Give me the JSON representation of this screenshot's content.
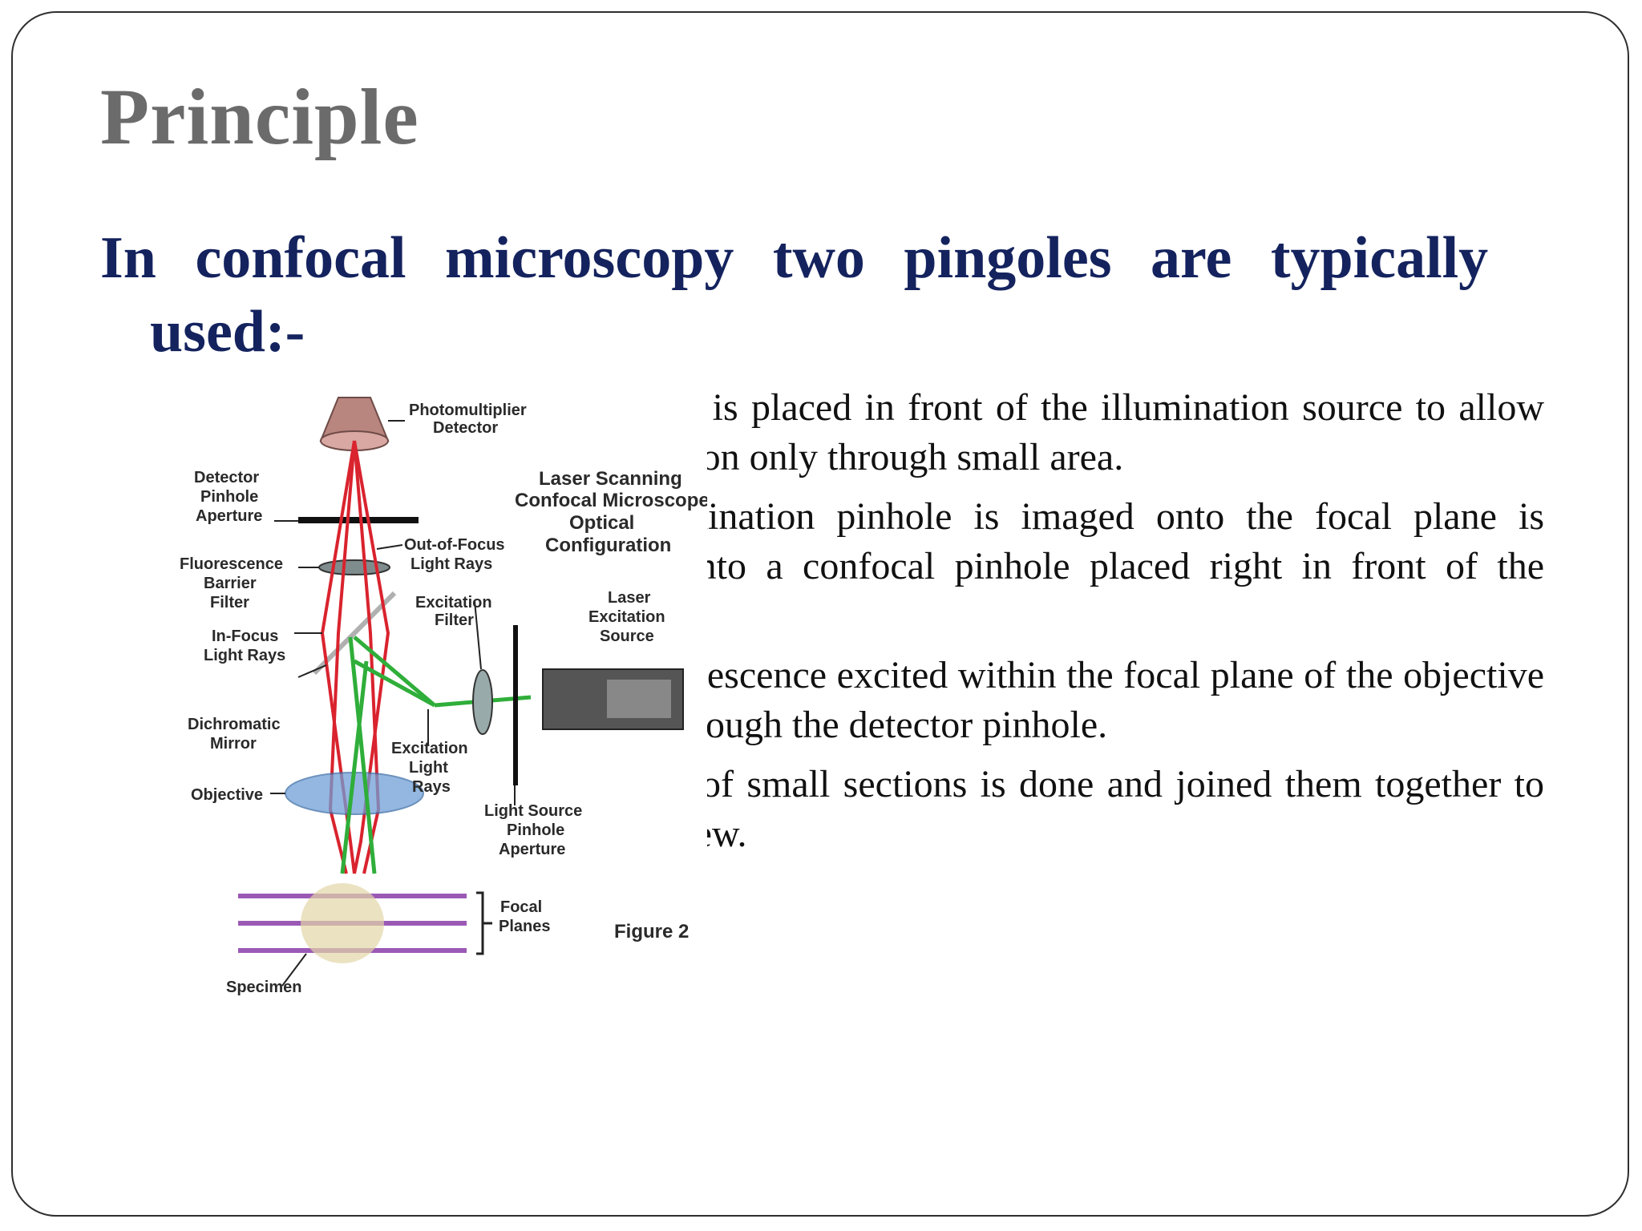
{
  "slide": {
    "title": "Principle",
    "intro_line1": "In confocal microscopy two pingoles are typically",
    "intro_line2": "used:-",
    "bullets": [
      "A pinhole is placed in front of the illumination source to allow transmission only through  small area.",
      "The illumination pinhole is imaged onto the focal plane is imaged onto a confocal pinhole placed right in front of the detector.",
      "Only fluorescence excited within the focal plane of the objective will go through the detector pinhole.",
      "Scanning of small sections is done and joined them together to get full view."
    ]
  },
  "figure": {
    "labels": {
      "photomultiplier_1": "Photomultiplier",
      "photomultiplier_2": "Detector",
      "detector_1": "Detector",
      "detector_2": "Pinhole",
      "detector_3": "Aperture",
      "lscm_1": "Laser Scanning",
      "lscm_2": "Confocal Microscope",
      "lscm_3": "Optical",
      "lscm_4": "Configuration",
      "fluor_1": "Fluorescence",
      "fluor_2": "Barrier",
      "fluor_3": "Filter",
      "oof_1": "Out-of-Focus",
      "oof_2": "Light Rays",
      "exfilter_1": "Excitation",
      "exfilter_2": "Filter",
      "laser_1": "Laser",
      "laser_2": "Excitation",
      "laser_3": "Source",
      "infocus_1": "In-Focus",
      "infocus_2": "Light Rays",
      "dichro_1": "Dichromatic",
      "dichro_2": "Mirror",
      "exlight_1": "Excitation",
      "exlight_2": "Light",
      "exlight_3": "Rays",
      "objective": "Objective",
      "lsp_1": "Light Source",
      "lsp_2": "Pinhole",
      "lsp_3": "Aperture",
      "focal_1": "Focal",
      "focal_2": "Planes",
      "figure_caption": "Figure 2",
      "specimen": "Specimen"
    },
    "colors": {
      "red_rays": "#d9232e",
      "green_rays": "#2fae3a",
      "planes": "#9b59b6",
      "lens": "#6f9fd8"
    }
  }
}
